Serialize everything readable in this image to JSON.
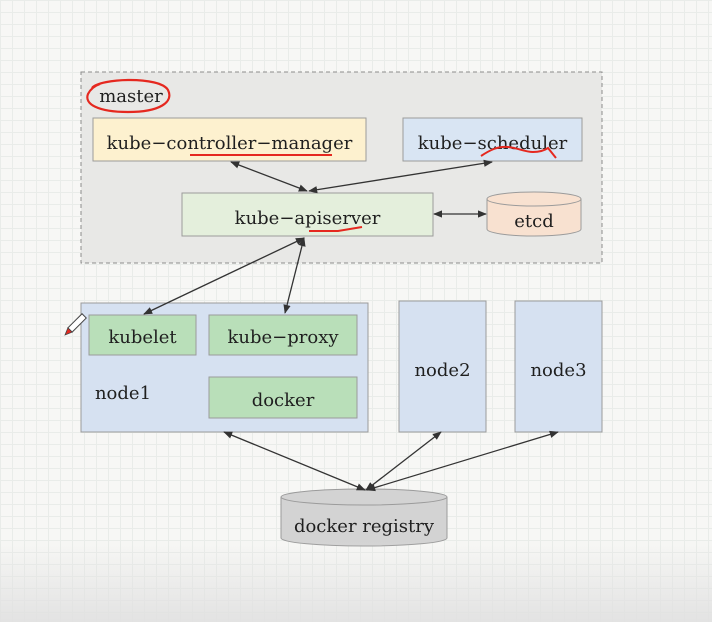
{
  "master": {
    "label": "master"
  },
  "components": {
    "controller_manager": "kube−controller−manager",
    "scheduler": "kube−scheduler",
    "apiserver": "kube−apiserver",
    "etcd": "etcd"
  },
  "node1": {
    "label": "node1",
    "kubelet": "kubelet",
    "kube_proxy": "kube−proxy",
    "docker": "docker"
  },
  "node2": {
    "label": "node2"
  },
  "node3": {
    "label": "node3"
  },
  "registry": {
    "label": "docker registry"
  },
  "colors": {
    "controller_fill": "#fdf1cf",
    "scheduler_fill": "#d9e5f3",
    "apiserver_fill": "#e4efdc",
    "etcd_fill": "#f8e1d0",
    "node_fill": "#d6e1f1",
    "component_fill": "#b9dfb9",
    "registry_fill": "#d3d3d3",
    "master_fill": "#e8e8e6",
    "annotation": "#e5281f"
  }
}
